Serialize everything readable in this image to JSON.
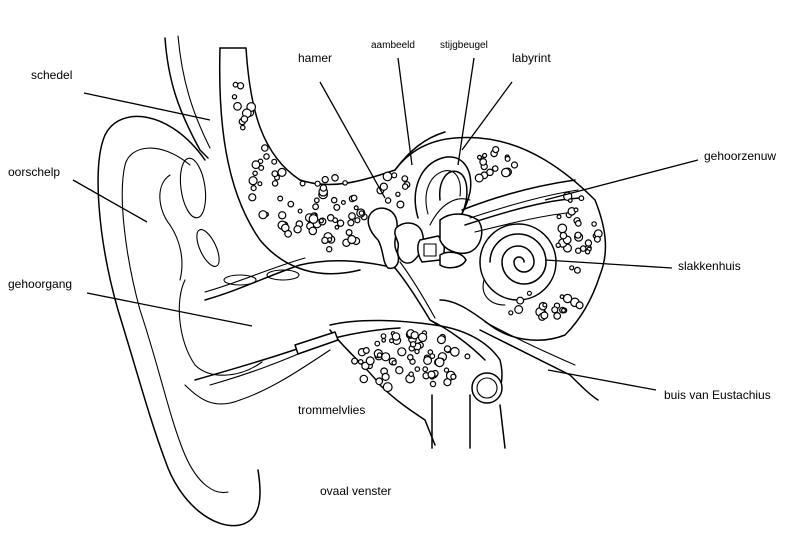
{
  "labels": {
    "schedel": "schedel",
    "oorschelp": "oorschelp",
    "gehoorgang": "gehoorgang",
    "hamer": "hamer",
    "aambeeld": "aambeeld",
    "stijgbeugel": "stijgbeugel",
    "labyrint": "labyrint",
    "gehoorzenuw": "gehoorzenuw",
    "slakkenhuis": "slakkenhuis",
    "buis_van_eustachius": "buis van Eustachius",
    "trommelvlies": "trommelvlies",
    "ovaal_venster": "ovaal venster"
  }
}
